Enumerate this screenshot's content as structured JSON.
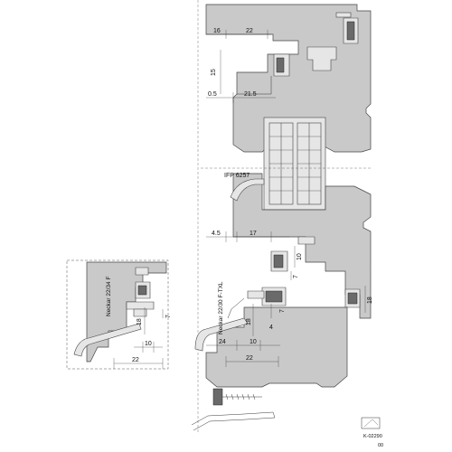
{
  "main_dims": {
    "d16": "16",
    "d22_top": "22",
    "d15": "15",
    "d05": "0.5",
    "d215": "21.5",
    "d45": "4.5",
    "d17": "17",
    "d10_right": "10",
    "d7_right": "7",
    "d18_right": "18",
    "d18_mid": "18",
    "d7_mid": "7",
    "d4": "4",
    "d24": "24",
    "d10_bottom": "10",
    "d22_bottom": "22"
  },
  "labels": {
    "ifp": "IFP 6257",
    "neckar_main": "Neckar 22/30 F-TXL",
    "neckar_detail": "Neckar 22/34 F"
  },
  "detail_dims": {
    "d18": "18",
    "d7": "7",
    "d10": "10",
    "d22": "22"
  },
  "title_block": {
    "code": "K-02290",
    "rev": "00"
  }
}
